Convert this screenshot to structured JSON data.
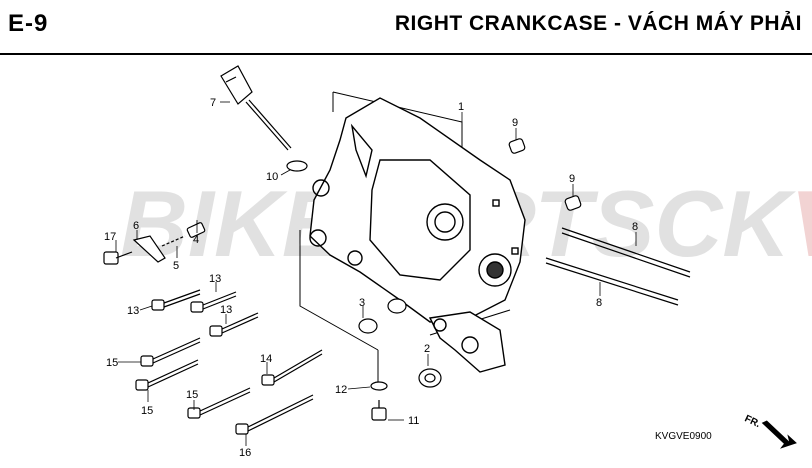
{
  "header": {
    "code": "E-9",
    "title": "RIGHT CRANKCASE - VÁCH MÁY PHẢI"
  },
  "watermark": {
    "part1": "BIKEPARTSCK",
    "part2": "VN",
    "color1": "#c9c9c9",
    "color2": "#e8b0b0"
  },
  "callouts": {
    "c1": "1",
    "c2": "2",
    "c3": "3",
    "c4": "4",
    "c5": "5",
    "c6": "6",
    "c7": "7",
    "c8a": "8",
    "c8b": "8",
    "c9a": "9",
    "c9b": "9",
    "c10": "10",
    "c11": "11",
    "c12": "12",
    "c13a": "13",
    "c13b": "13",
    "c13c": "13",
    "c14": "14",
    "c15a": "15",
    "c15b": "15",
    "c15c": "15",
    "c16": "16",
    "c17": "17"
  },
  "direction_label": "FR.",
  "drawing_code": "KVGVE0900"
}
